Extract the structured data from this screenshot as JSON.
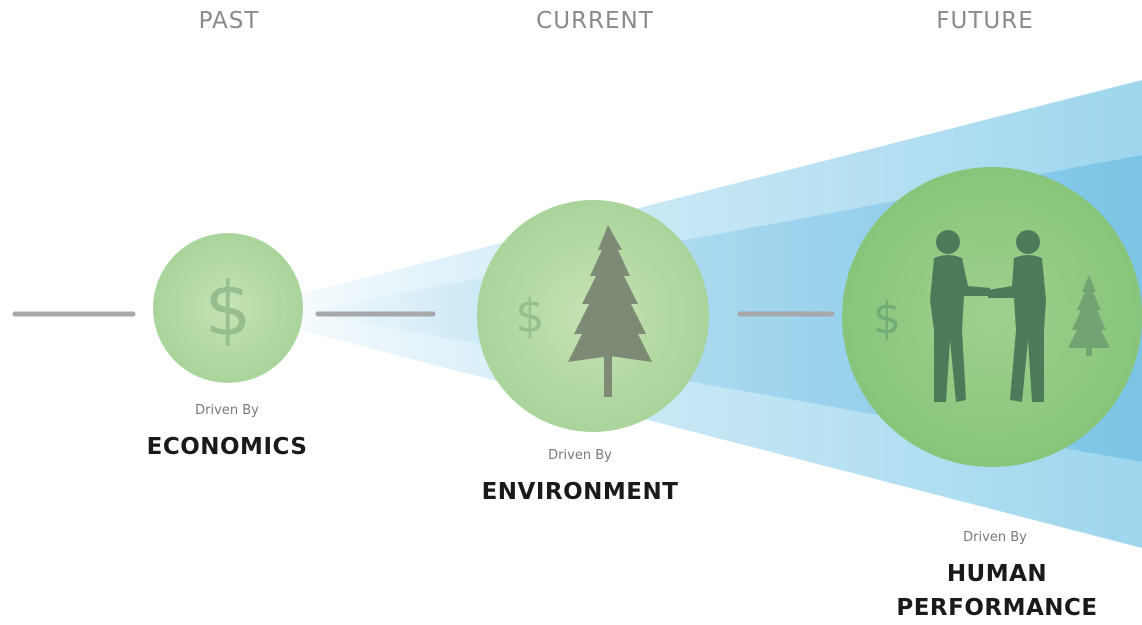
{
  "colors": {
    "connector": "#a6a8ac",
    "circle_green": "#b4d9a1",
    "icon_green": "#8ab58a",
    "silhouette_dark": "#4d7a58",
    "tree_gray": "#7f8a78",
    "cone_blue": "#7ec8e8"
  },
  "stages": [
    {
      "era": "PAST",
      "driven_by": "Driven By",
      "driver_lines": [
        "ECONOMICS"
      ],
      "icons": [
        "dollar-icon"
      ]
    },
    {
      "era": "CURRENT",
      "driven_by": "Driven By",
      "driver_lines": [
        "ENVIRONMENT"
      ],
      "icons": [
        "dollar-icon",
        "tree-icon"
      ]
    },
    {
      "era": "FUTURE",
      "driven_by": "Driven By",
      "driver_lines": [
        "HUMAN",
        "PERFORMANCE"
      ],
      "icons": [
        "dollar-icon",
        "handshake-people-icon",
        "tree-icon"
      ]
    }
  ]
}
